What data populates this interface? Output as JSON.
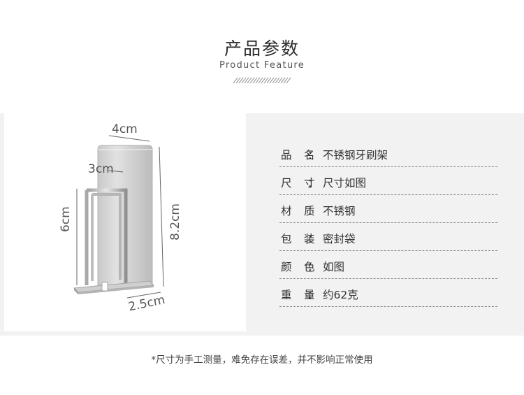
{
  "header": {
    "title": "产品参数",
    "subtitle": "Product Feature"
  },
  "product_image": {
    "dimensions": {
      "top_width": "4cm",
      "inner_width": "3cm",
      "holder_height": "6cm",
      "total_height": "8.2cm",
      "depth": "2.5cm"
    }
  },
  "specs": [
    {
      "label_a": "品",
      "label_b": "名",
      "value": "不锈钢牙刷架"
    },
    {
      "label_a": "尺",
      "label_b": "寸",
      "value": "尺寸如图"
    },
    {
      "label_a": "材",
      "label_b": "质",
      "value": "不锈钢"
    },
    {
      "label_a": "包",
      "label_b": "装",
      "value": "密封袋"
    },
    {
      "label_a": "颜",
      "label_b": "色",
      "value": "如图"
    },
    {
      "label_a": "重",
      "label_b": "量",
      "value": "约62克"
    }
  ],
  "note": "*尺寸为手工测量，难免存在误差，并不影响正常使用"
}
